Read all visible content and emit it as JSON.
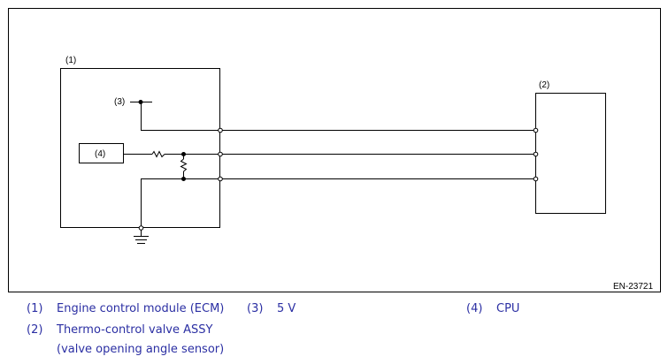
{
  "diagram": {
    "labels": {
      "ecm": "(1)",
      "valve": "(2)",
      "five_v": "(3)",
      "cpu": "(4)"
    },
    "code": "EN-23721",
    "colors": {
      "line": "#000000",
      "legend": "#2b2fa3"
    }
  },
  "legend": {
    "item1": {
      "num": "(1)",
      "text": "Engine control module (ECM)"
    },
    "item3": {
      "num": "(3)",
      "text": "5 V"
    },
    "item4": {
      "num": "(4)",
      "text": "CPU"
    },
    "item2": {
      "num": "(2)",
      "text": "Thermo-control valve ASSY",
      "text2": "(valve opening angle sensor)"
    }
  }
}
